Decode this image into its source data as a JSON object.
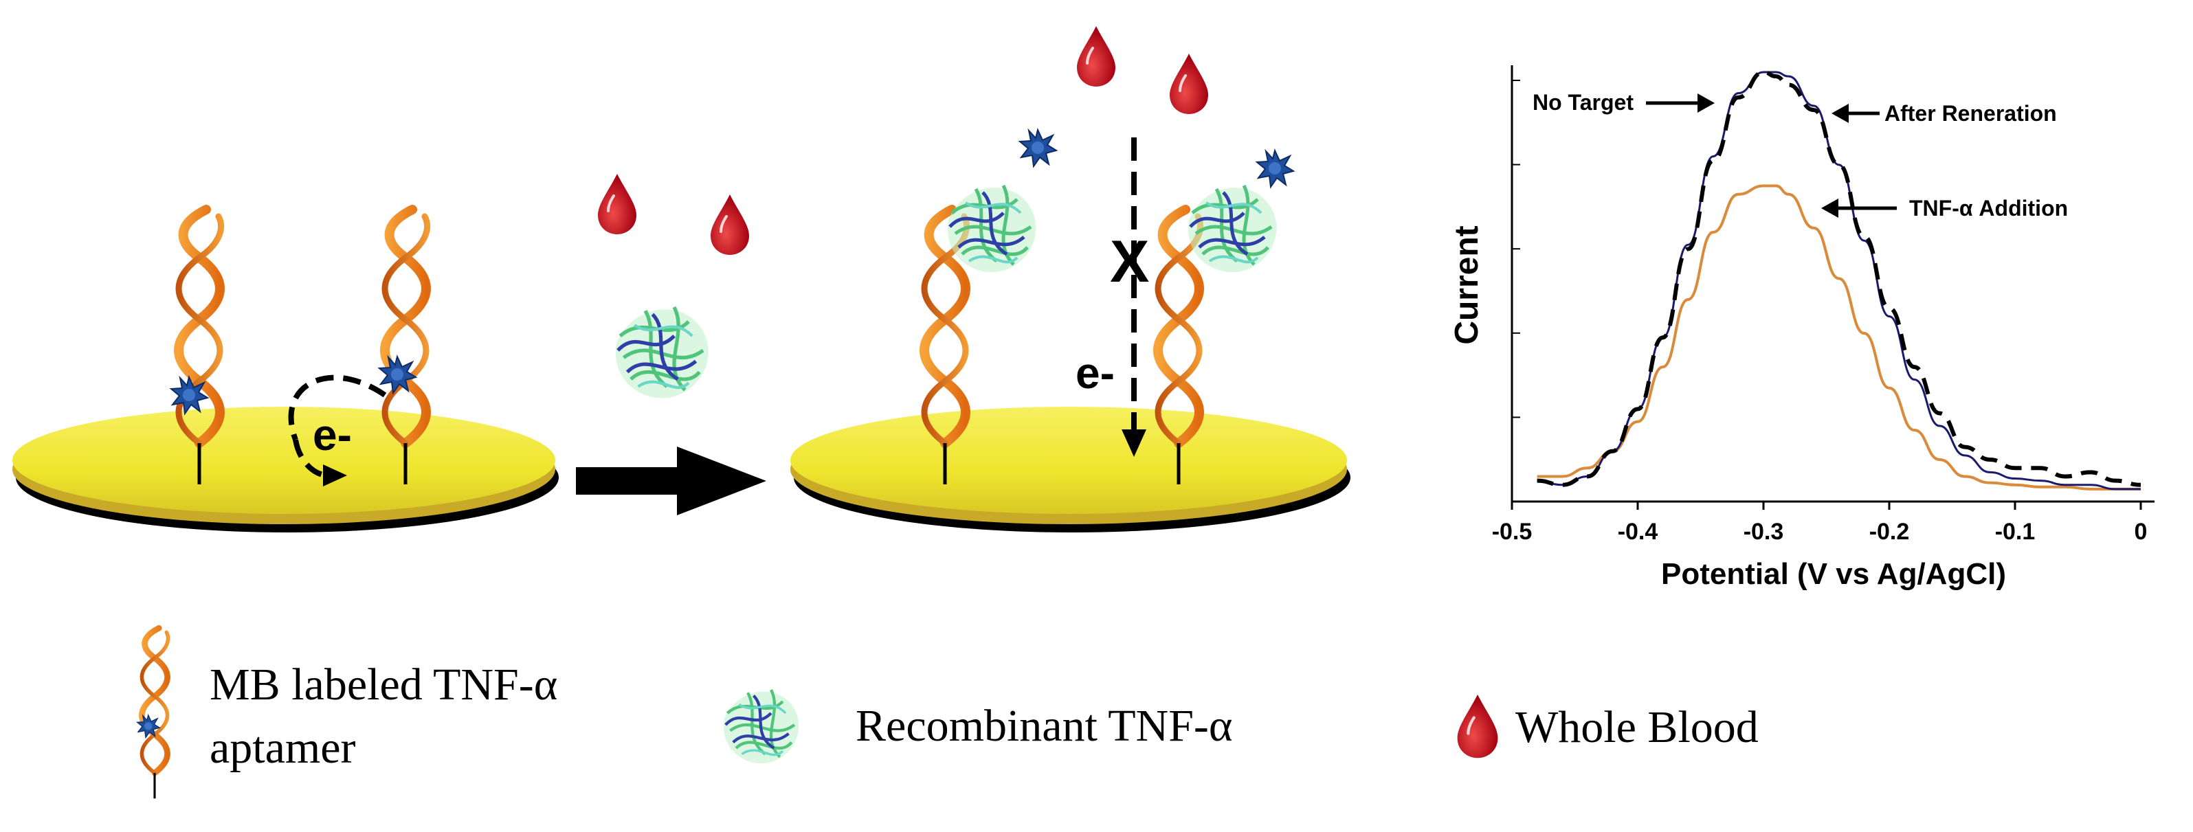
{
  "diagram": {
    "electron_label": "e-",
    "blocked_mark": "X",
    "legend": [
      {
        "id": "aptamer",
        "lines": [
          "MB labeled TNF-α",
          "aptamer"
        ],
        "icon": "aptamer-helix-icon"
      },
      {
        "id": "protein",
        "lines": [
          "Recombinant TNF-α"
        ],
        "icon": "protein-icon"
      },
      {
        "id": "blood",
        "lines": [
          "Whole Blood"
        ],
        "icon": "blood-drop-icon"
      }
    ]
  },
  "colors": {
    "electrode_top": "#f2ea35",
    "electrode_edge": "#c9a928",
    "electrode_shadow": "#000000",
    "helix": "#ef8a1c",
    "helix_dark": "#c0520e",
    "methylene_blue": "#1f4e9e",
    "blood": "#d01020",
    "no_target": "#1a1a6e",
    "after_regeneration": "#000000",
    "tnf_addition": "#d98a3a"
  },
  "chart_data": {
    "type": "line",
    "title": "",
    "xlabel": "Potential  (V vs Ag/AgCl)",
    "ylabel": "Current",
    "xlim": [
      -0.5,
      0
    ],
    "ylim": [
      0,
      1
    ],
    "xticks": [
      "-0.5",
      "-0.4",
      "-0.3",
      "-0.2",
      "-0.1",
      "0"
    ],
    "grid": false,
    "annotations": [
      {
        "text": "No Target",
        "arrow": "right"
      },
      {
        "text": "After Reneration",
        "arrow": "left"
      },
      {
        "text": "TNF-α Addition",
        "arrow": "left"
      }
    ],
    "series": [
      {
        "name": "No Target",
        "style": "solid",
        "x": [
          -0.48,
          -0.46,
          -0.44,
          -0.42,
          -0.4,
          -0.38,
          -0.36,
          -0.34,
          -0.32,
          -0.3,
          -0.29,
          -0.28,
          -0.26,
          -0.24,
          -0.22,
          -0.2,
          -0.18,
          -0.16,
          -0.14,
          -0.12,
          -0.1,
          -0.08,
          -0.06,
          -0.04,
          -0.02,
          0.0
        ],
        "values": [
          0.03,
          0.02,
          0.04,
          0.1,
          0.2,
          0.37,
          0.59,
          0.8,
          0.95,
          1.0,
          1.0,
          0.99,
          0.92,
          0.78,
          0.6,
          0.42,
          0.27,
          0.16,
          0.09,
          0.05,
          0.035,
          0.03,
          0.02,
          0.02,
          0.01,
          0.01
        ]
      },
      {
        "name": "After Reneration",
        "style": "dashed",
        "x": [
          -0.48,
          -0.46,
          -0.44,
          -0.42,
          -0.4,
          -0.38,
          -0.36,
          -0.34,
          -0.32,
          -0.3,
          -0.29,
          -0.28,
          -0.26,
          -0.24,
          -0.22,
          -0.2,
          -0.18,
          -0.16,
          -0.14,
          -0.12,
          -0.1,
          -0.08,
          -0.06,
          -0.04,
          -0.02,
          0.0
        ],
        "values": [
          0.03,
          0.02,
          0.04,
          0.1,
          0.2,
          0.37,
          0.58,
          0.79,
          0.94,
          1.0,
          0.99,
          0.97,
          0.91,
          0.78,
          0.61,
          0.44,
          0.3,
          0.19,
          0.11,
          0.08,
          0.06,
          0.06,
          0.04,
          0.05,
          0.03,
          0.02
        ]
      },
      {
        "name": "TNF-α Addition",
        "style": "solid",
        "x": [
          -0.48,
          -0.46,
          -0.44,
          -0.42,
          -0.4,
          -0.38,
          -0.36,
          -0.34,
          -0.32,
          -0.3,
          -0.29,
          -0.28,
          -0.26,
          -0.24,
          -0.22,
          -0.2,
          -0.18,
          -0.16,
          -0.14,
          -0.12,
          -0.1,
          -0.08,
          -0.06,
          -0.04,
          -0.02,
          0.0
        ],
        "values": [
          0.04,
          0.04,
          0.06,
          0.1,
          0.17,
          0.3,
          0.46,
          0.62,
          0.71,
          0.73,
          0.73,
          0.71,
          0.63,
          0.51,
          0.38,
          0.25,
          0.15,
          0.08,
          0.04,
          0.025,
          0.02,
          0.015,
          0.015,
          0.01,
          0.01,
          0.01
        ]
      }
    ]
  }
}
